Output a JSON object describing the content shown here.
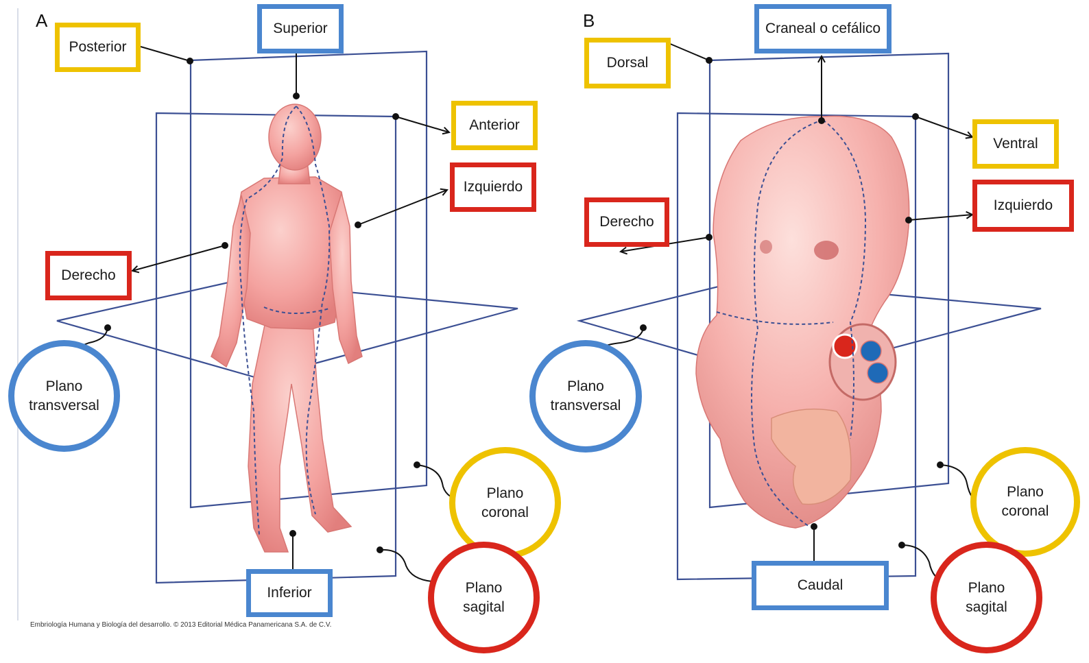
{
  "colors": {
    "blue": "#4a86cf",
    "yellow": "#eec200",
    "red": "#d9261c",
    "plane": "#3b4f93",
    "skin": "#f4a3a0",
    "skin_dark": "#e27f7d"
  },
  "panel_a": {
    "letter": "A",
    "labels": {
      "superior": "Superior",
      "posterior": "Posterior",
      "anterior": "Anterior",
      "izquierdo": "Izquierdo",
      "derecho": "Derecho",
      "inferior": "Inferior"
    },
    "planes": {
      "transversal": [
        "Plano",
        "transversal"
      ],
      "coronal": [
        "Plano",
        "coronal"
      ],
      "sagital": [
        "Plano",
        "sagital"
      ]
    }
  },
  "panel_b": {
    "letter": "B",
    "labels": {
      "craneal": "Craneal o cefálico",
      "dorsal": "Dorsal",
      "ventral": "Ventral",
      "izquierdo": "Izquierdo",
      "derecho": "Derecho",
      "caudal": "Caudal"
    },
    "planes": {
      "transversal": [
        "Plano",
        "transversal"
      ],
      "coronal": [
        "Plano",
        "coronal"
      ],
      "sagital": [
        "Plano",
        "sagital"
      ]
    }
  },
  "credit": "Embriología Humana y Biología del desarrollo. © 2013 Editorial Médica Panamericana S.A. de C.V."
}
